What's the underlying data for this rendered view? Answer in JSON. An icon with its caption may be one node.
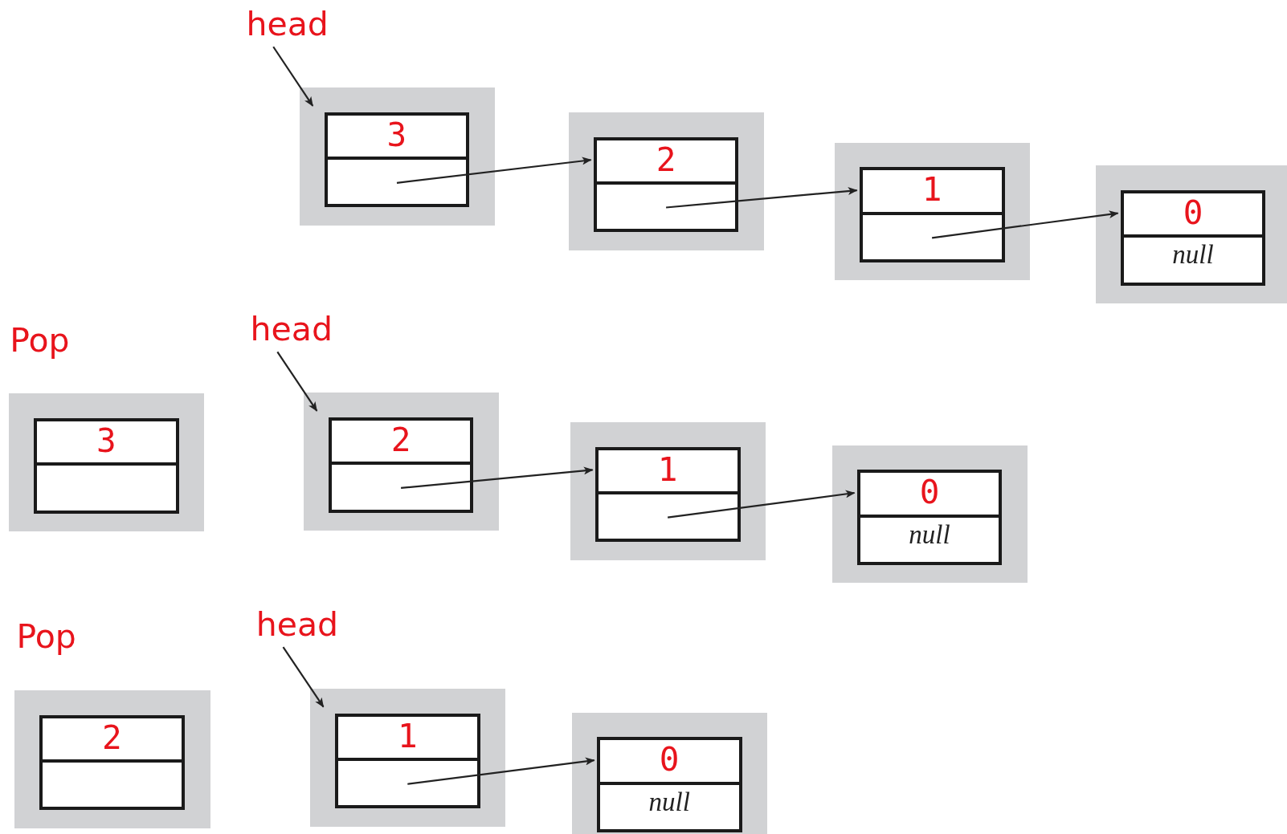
{
  "diagram": {
    "nodes": [
      {
        "text": [
          "head"
        ]
      },
      {
        "text": [
          "3"
        ]
      },
      {
        "text": [
          "2"
        ]
      },
      {
        "text": [
          "1"
        ]
      },
      {
        "text": [
          "0",
          "null"
        ]
      },
      {
        "text": [
          "3"
        ]
      },
      {
        "text": [
          "head"
        ]
      },
      {
        "text": [
          "2"
        ]
      },
      {
        "text": [
          "1"
        ]
      },
      {
        "text": [
          "0",
          "null"
        ]
      },
      {
        "text": [
          "2"
        ]
      },
      {
        "text": [
          "head"
        ]
      },
      {
        "text": [
          "1"
        ]
      },
      {
        "text": [
          "0",
          "null"
        ]
      }
    ],
    "edges": [
      {
        "from": 0,
        "to": 1,
        "arrow": "to"
      },
      {
        "from": 1,
        "to": 2,
        "arrow": "to"
      },
      {
        "from": 2,
        "to": 3,
        "arrow": "to"
      },
      {
        "from": 3,
        "to": 4,
        "arrow": "to"
      },
      {
        "from": 6,
        "to": 7,
        "arrow": "to"
      },
      {
        "from": 7,
        "to": 8,
        "arrow": "to"
      },
      {
        "from": 8,
        "to": 9,
        "arrow": "to"
      },
      {
        "from": 11,
        "to": 12,
        "arrow": "to"
      },
      {
        "from": 12,
        "to": 13,
        "arrow": "to"
      }
    ],
    "labels": [
      "Pop",
      "Pop"
    ]
  }
}
